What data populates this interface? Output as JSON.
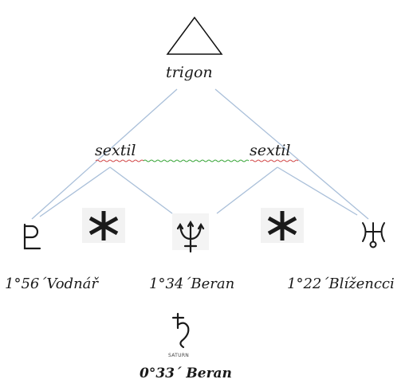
{
  "aspects": {
    "trigon_label": "trigon",
    "sextil_left_label": "sextil",
    "sextil_right_label": "sextil"
  },
  "planets": {
    "pluto": {
      "position": "1°56´Vodnář"
    },
    "neptune": {
      "position": "1°34´Beran"
    },
    "uranus": {
      "position": "1°22´Blížencci"
    },
    "saturn": {
      "caption": "SATURN",
      "position": "0°33´ Beran"
    }
  },
  "colors": {
    "aspect_lines": "#a9bfd9",
    "spell_underline_red": "#d24b4b",
    "spell_underline_green": "#3aa63a",
    "glyph": "#1a1a1a"
  },
  "icons": [
    "triangle-icon",
    "pluto-icon",
    "sextile-icon",
    "neptune-icon",
    "uranus-icon",
    "saturn-icon"
  ]
}
